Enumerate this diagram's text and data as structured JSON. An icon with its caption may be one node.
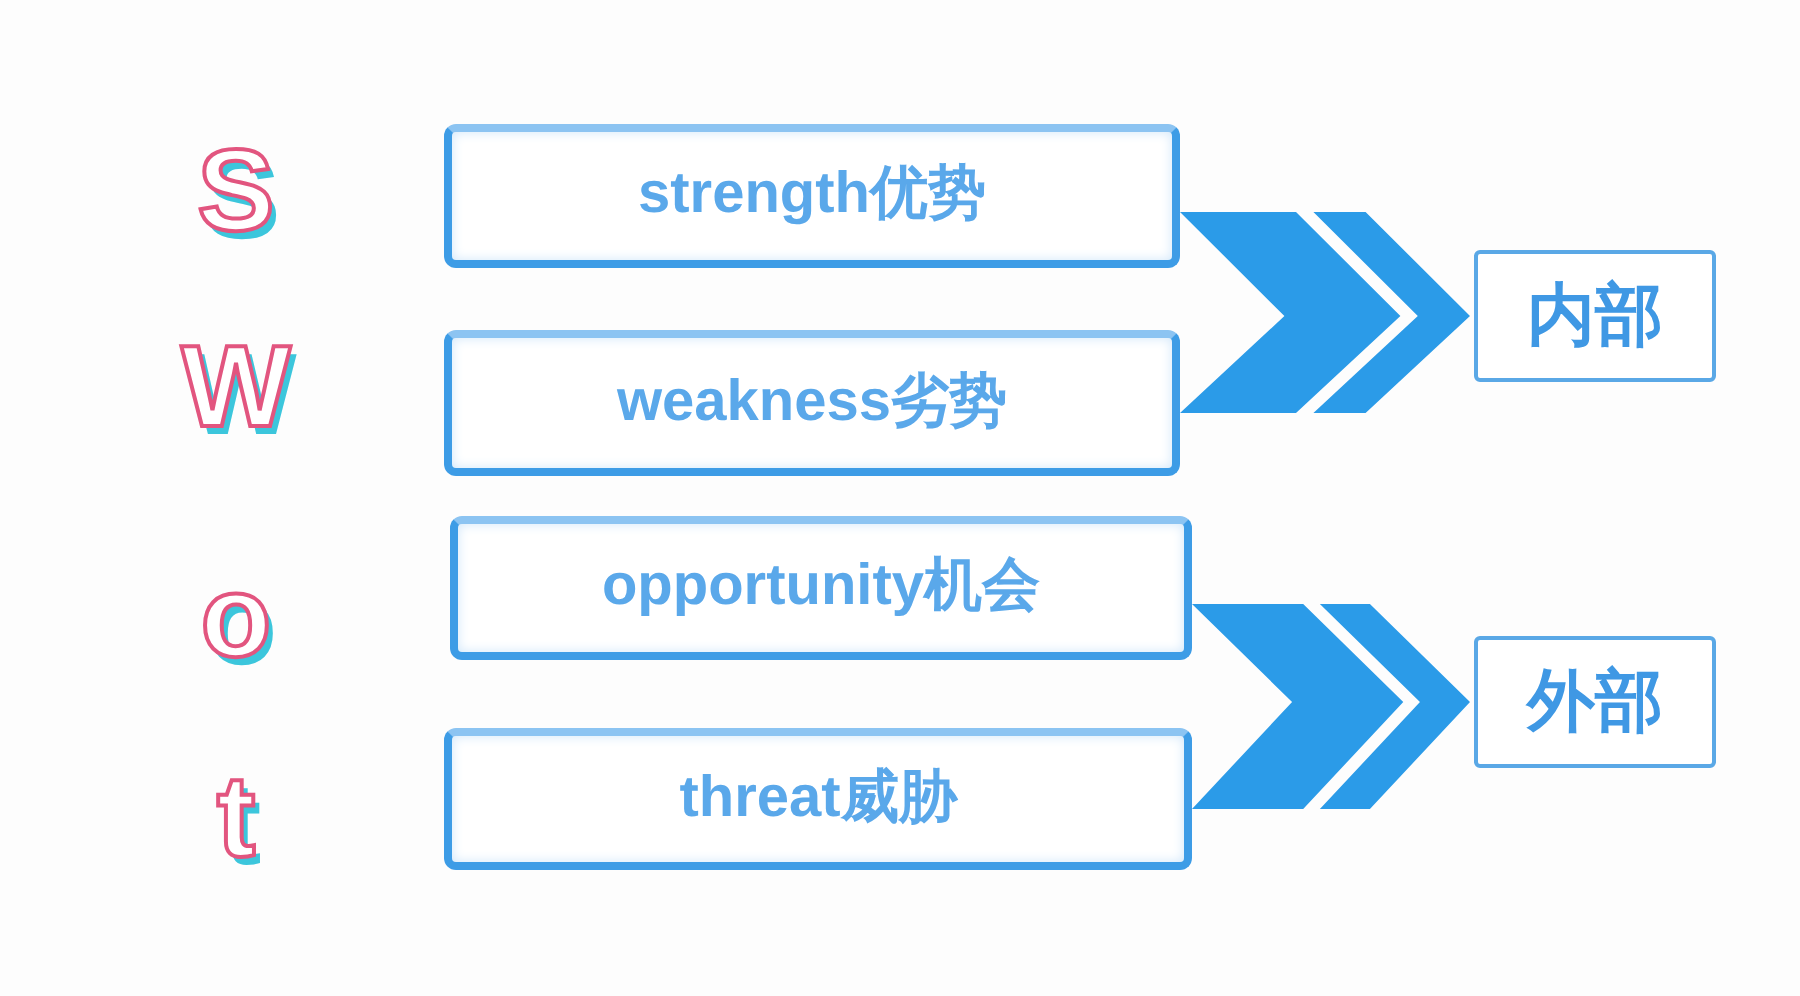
{
  "diagram": {
    "nodes": [
      {
        "text": [
          "strength优势"
        ]
      },
      {
        "text": [
          "weakness劣势"
        ]
      },
      {
        "text": [
          "opportunity机会"
        ]
      },
      {
        "text": [
          "threat威胁"
        ]
      },
      {
        "text": [
          "内部"
        ]
      },
      {
        "text": [
          "外部"
        ]
      }
    ],
    "edges": [
      {
        "from": 0,
        "to": 4,
        "arrow": "to"
      },
      {
        "from": 1,
        "to": 4,
        "arrow": "to"
      },
      {
        "from": 2,
        "to": 5,
        "arrow": "to"
      },
      {
        "from": 3,
        "to": 5,
        "arrow": "to"
      }
    ],
    "labels": [
      "S",
      "W",
      "o",
      "t"
    ]
  }
}
